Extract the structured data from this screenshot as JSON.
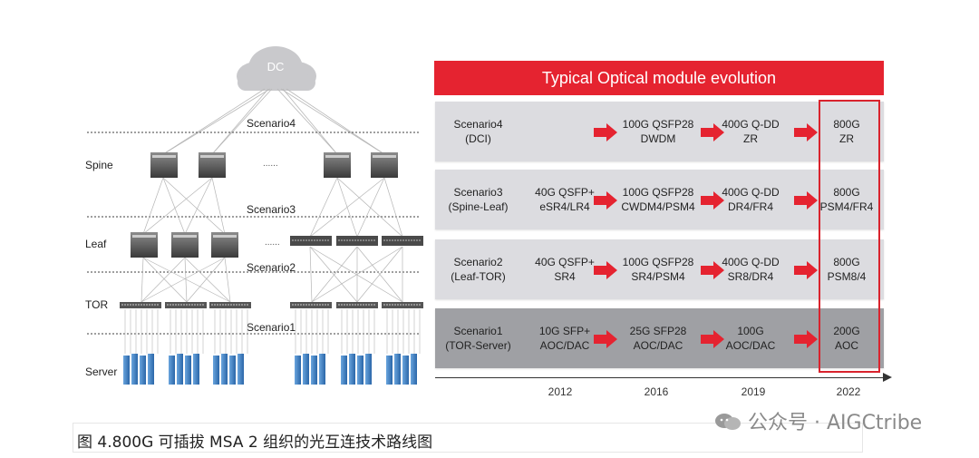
{
  "network": {
    "cloud_label": "DC",
    "tiers": [
      "Spine",
      "Leaf",
      "TOR",
      "Server"
    ],
    "scenario_labels": [
      "Scenario4",
      "Scenario3",
      "Scenario2",
      "Scenario1"
    ],
    "ellipsis": "......"
  },
  "evolution": {
    "title": "Typical Optical module evolution",
    "rows": [
      {
        "scenario": [
          "Scenario4",
          "(DCI)"
        ],
        "steps": [
          [],
          [
            "100G QSFP28",
            "DWDM"
          ],
          [
            "400G Q-DD",
            "ZR"
          ],
          [
            "800G",
            "ZR"
          ]
        ]
      },
      {
        "scenario": [
          "Scenario3",
          "(Spine-Leaf)"
        ],
        "steps": [
          [
            "40G QSFP+",
            "eSR4/LR4"
          ],
          [
            "100G QSFP28",
            "CWDM4/PSM4"
          ],
          [
            "400G Q-DD",
            "DR4/FR4"
          ],
          [
            "800G",
            "PSM4/FR4"
          ]
        ]
      },
      {
        "scenario": [
          "Scenario2",
          "(Leaf-TOR)"
        ],
        "steps": [
          [
            "40G QSFP+",
            "SR4"
          ],
          [
            "100G QSFP28",
            "SR4/PSM4"
          ],
          [
            "400G Q-DD",
            "SR8/DR4"
          ],
          [
            "800G",
            "PSM8/4"
          ]
        ]
      },
      {
        "scenario": [
          "Scenario1",
          "(TOR-Server)"
        ],
        "steps": [
          [
            "10G SFP+",
            "AOC/DAC"
          ],
          [
            "25G SFP28",
            "AOC/DAC"
          ],
          [
            "100G",
            "AOC/DAC"
          ],
          [
            "200G",
            "AOC"
          ]
        ]
      }
    ],
    "years": [
      "2012",
      "2016",
      "2019",
      "2022"
    ]
  },
  "caption": "图 4.800G 可插拔 MSA 2 组织的光互连技术路线图",
  "watermark": "公众号 · AIGCtribe",
  "colors": {
    "accent_red": "#e52330",
    "row_light": "#dcdce0",
    "row_dark": "#9fa0a4",
    "server_blue": "#3d7fc4"
  }
}
